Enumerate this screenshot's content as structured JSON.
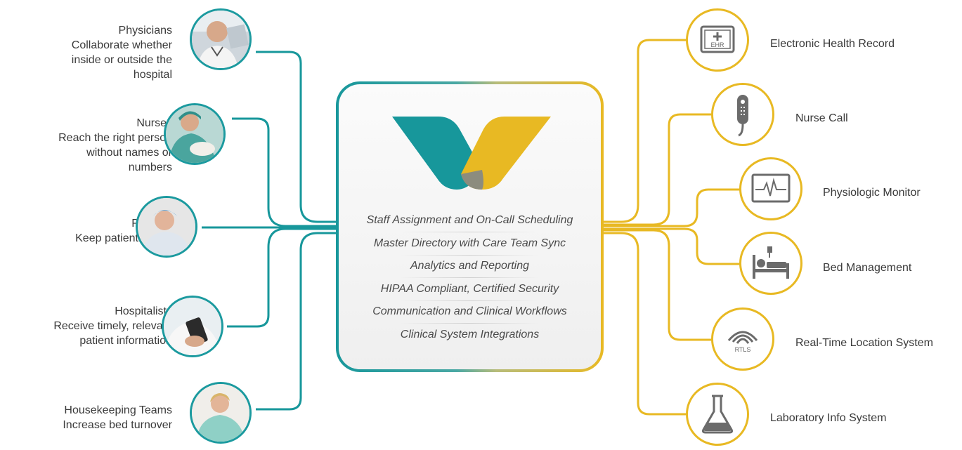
{
  "colors": {
    "teal": "#17979b",
    "gold": "#e8b923",
    "text": "#3a3a3a"
  },
  "left_items": [
    {
      "title": "Physicians",
      "lines": [
        "Collaborate whether",
        "inside or outside the",
        "hospital"
      ],
      "photo": "physician-photo"
    },
    {
      "title": "Nurses",
      "lines": [
        "Reach the right person",
        "without  names or",
        "numbers"
      ],
      "photo": "nurse-photo"
    },
    {
      "title": "Patients",
      "lines": [
        "Keep patients safer"
      ],
      "photo": "patient-photo"
    },
    {
      "title": "Hospitalists",
      "lines": [
        "Receive timely, relevant",
        "patient information"
      ],
      "photo": "hospitalist-photo"
    },
    {
      "title": "Housekeeping Teams",
      "lines": [
        "Increase bed turnover"
      ],
      "photo": "housekeeping-photo"
    }
  ],
  "hub": {
    "logo": "vocera-v-logo",
    "features": [
      "Staff Assignment and On-Call Scheduling",
      "Master Directory with Care Team Sync",
      "Analytics and Reporting",
      "HIPAA Compliant, Certified Security",
      "Communication and Clinical Workflows",
      "Clinical System Integrations"
    ]
  },
  "right_items": [
    {
      "label": "Electronic Health Record",
      "icon": "ehr-icon",
      "icon_text": "EHR"
    },
    {
      "label": "Nurse Call",
      "icon": "nurse-call-remote-icon"
    },
    {
      "label": "Physiologic Monitor",
      "icon": "physiologic-monitor-icon"
    },
    {
      "label": "Bed Management",
      "icon": "hospital-bed-icon"
    },
    {
      "label": "Real-Time Location System",
      "icon": "rtls-signal-icon",
      "icon_text": "RTLS"
    },
    {
      "label": "Laboratory Info System",
      "icon": "lab-flask-icon"
    }
  ]
}
